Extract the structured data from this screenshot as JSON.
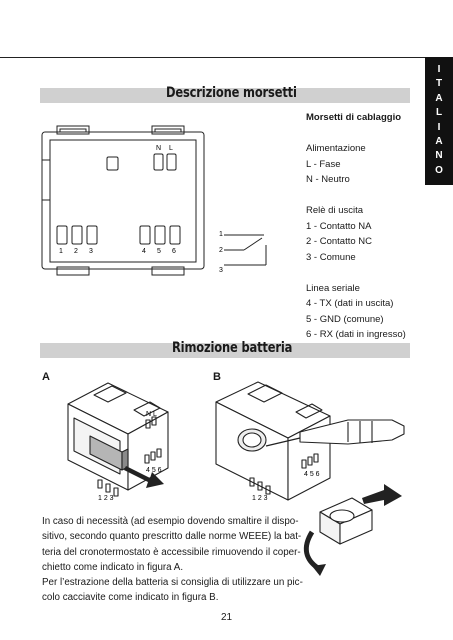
{
  "side_tab": {
    "letters": [
      "I",
      "T",
      "A",
      "L",
      "I",
      "A",
      "N",
      "O"
    ]
  },
  "section1": {
    "title": "Descrizione morsetti"
  },
  "section2": {
    "title": "Rimozione batteria"
  },
  "terminal_diagram": {
    "top_terminals": [
      "N",
      "L"
    ],
    "bottom_left_terminals": [
      "1",
      "2",
      "3"
    ],
    "bottom_right_terminals": [
      "4",
      "5",
      "6"
    ],
    "relay_terminals": [
      "1",
      "2",
      "3"
    ]
  },
  "wiring": {
    "title": "Morsetti di cablaggio",
    "power_heading": "Alimentazione",
    "power_items": [
      "L - Fase",
      "N - Neutro"
    ],
    "relay_heading": "Relè di uscita",
    "relay_items": [
      "1 - Contatto NA",
      "2 - Contatto NC",
      "3 - Comune"
    ],
    "serial_heading": "Linea seriale",
    "serial_items": [
      "4 - TX (dati in uscita)",
      "5 - GND (comune)",
      "6 - RX (dati in ingresso)"
    ]
  },
  "figures": {
    "a_label": "A",
    "b_label": "B",
    "device_pins_left": "1 2 3",
    "device_pins_right": "4 5 6",
    "device_top_pins": "N L"
  },
  "body": {
    "lines": [
      "In caso di necessità (ad esempio dovendo smaltire il dispo-",
      "sitivo, secondo quanto prescritto dalle norme WEEE) la bat-",
      "teria del cronotermostato è accessibile rimuovendo il coper-",
      "chietto come indicato in figura A.",
      "Per l’estrazione della batteria si consiglia di utilizzare un pic-",
      "colo cacciavite come indicato in figura B."
    ]
  },
  "page_number": "21"
}
